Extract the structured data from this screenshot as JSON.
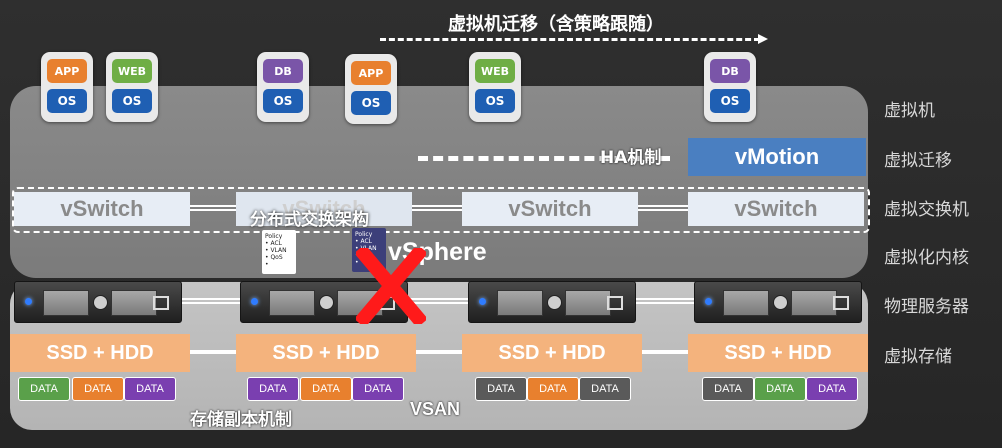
{
  "title": "虚拟机迁移（含策略跟随）",
  "vms": [
    {
      "top": "APP",
      "top_color": "app",
      "bot": "OS"
    },
    {
      "top": "WEB",
      "top_color": "web",
      "bot": "OS"
    },
    {
      "top": "DB",
      "top_color": "db",
      "bot": "OS"
    },
    {
      "top": "APP",
      "top_color": "app",
      "bot": "OS"
    },
    {
      "top": "WEB",
      "top_color": "web",
      "bot": "OS"
    },
    {
      "top": "DB",
      "top_color": "db",
      "bot": "OS"
    }
  ],
  "ha_label": "HA机制",
  "vmotion_label": "vMotion",
  "vswitch_label": "vSwitch",
  "distributed_label": "分布式交换架构",
  "vsphere_label": "vSphere",
  "policy_card": {
    "title": "Policy",
    "items": [
      "• ACL",
      "• VLAN",
      "• QoS",
      "•"
    ]
  },
  "ssd_label": "SSD + HDD",
  "data_label": "DATA",
  "storage_label": "存储副本机制",
  "vsan_label": "VSAN",
  "right_labels": [
    "虚拟机",
    "虚拟迁移",
    "虚拟交换机",
    "虚拟化内核",
    "物理服务器",
    "虚拟存储"
  ],
  "colors": {
    "os": "#1f5fb3",
    "app": "#e8802e",
    "web": "#6fae45",
    "db": "#7a55a8",
    "vmotion": "#4a7fc1",
    "ssd": "#f4b37d",
    "x_mark": "#ff1a1a"
  }
}
